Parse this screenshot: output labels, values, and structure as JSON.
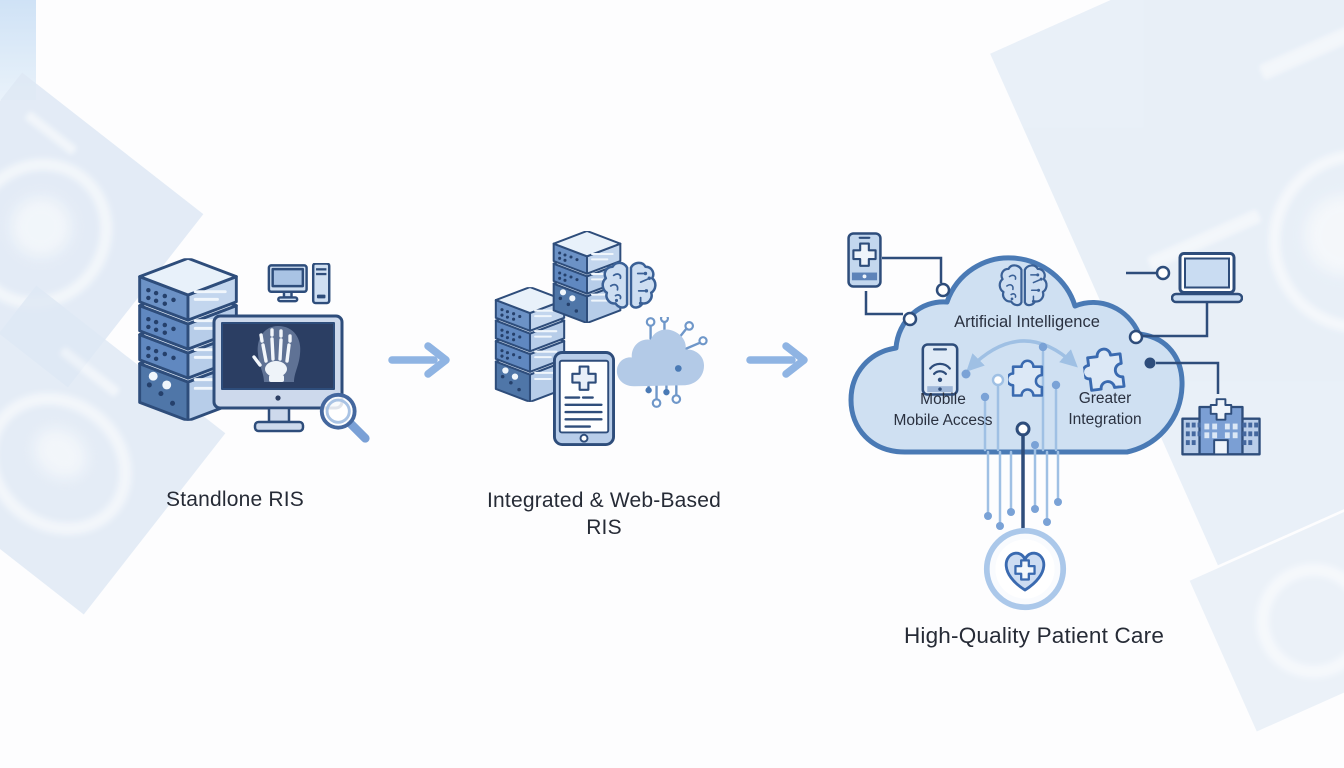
{
  "stage1": {
    "label": "Standlone RIS"
  },
  "stage2": {
    "label_line1": "Integrated & Web-Based",
    "label_line2": "RIS"
  },
  "cloud": {
    "ai_label": "Artificial Intelligence",
    "mobile_line1": "Mobile",
    "mobile_line2": "Mobile Access",
    "integration_line1": "Greater",
    "integration_line2": "Integration"
  },
  "outcome": {
    "label": "High-Quality Patient Care"
  },
  "icons": {
    "stage1": [
      "server-stack-icon",
      "desktop-computer-icon",
      "xray-monitor-icon",
      "magnifier-icon"
    ],
    "stage2": [
      "server-stack-icon",
      "server-stack-icon",
      "brain-icon",
      "medical-tablet-icon",
      "network-cloud-icon"
    ],
    "stage3": [
      "cloud-shape",
      "medical-smartphone-icon",
      "brain-ai-icon",
      "wifi-phone-icon",
      "puzzle-piece-icon",
      "puzzle-piece-icon",
      "laptop-icon",
      "hospital-icon",
      "heart-cross-icon"
    ],
    "connectors": [
      "right-arrow",
      "right-arrow",
      "curved-arrow",
      "circuit-drop-lines",
      "elbow-connector-lines"
    ]
  },
  "colors": {
    "outline": "#2e4d7b",
    "server_front": "#6088c0",
    "fill_light": "#d9e6f5",
    "cloud_fill": "#cfe0f2",
    "cloud_border": "#4a7ab5",
    "arrow": "#8fb4e3",
    "screen_dark": "#2b3e63",
    "text": "#262b36",
    "watermark": "#dfe9f5",
    "background": "#fdfdfe"
  }
}
